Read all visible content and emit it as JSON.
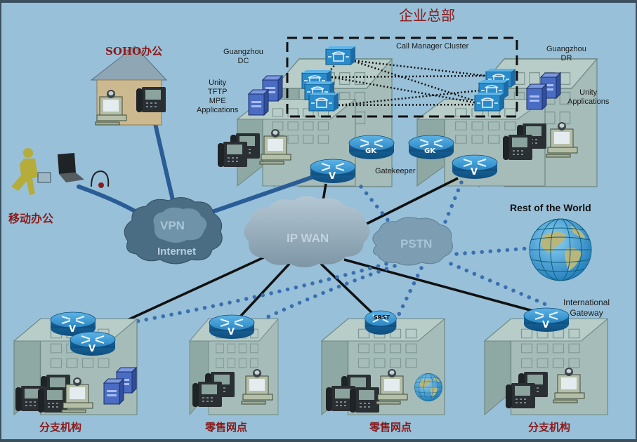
{
  "title": "企业总部",
  "sites": {
    "soho": {
      "label": "SOHO办公"
    },
    "mobile": {
      "label": "移动办公"
    },
    "hq_dc": {
      "label": "Guangzhou\nDC",
      "services": "Unity\nTFTP\nMPE\nApplications"
    },
    "hq_dr": {
      "label": "Guangzhou\nDR",
      "services": "Unity\nApplications"
    },
    "cluster": {
      "label": "Call Manager Cluster"
    },
    "gatekeeper": {
      "label": "Gatekeeper",
      "router_badge": "GK"
    },
    "rest_of_world": {
      "label": "Rest of the World"
    },
    "intl_gateway": {
      "label": "International\nGateway"
    },
    "branches": [
      {
        "label": "分支机构"
      },
      {
        "label": "零售网点"
      },
      {
        "label": "零售网点",
        "router_badge": "SRST"
      },
      {
        "label": "分支机构"
      }
    ]
  },
  "clouds": {
    "vpn": {
      "top": "VPN",
      "bottom": "Internet"
    },
    "wan": {
      "label": "IP WAN"
    },
    "pstn": {
      "label": "PSTN"
    }
  },
  "router_badge_voice": "V",
  "colors": {
    "background": "#98c0d8",
    "title_red": "#8b1a1a",
    "router_blue": "#1f79b5",
    "wan_link": "#111111",
    "vpn_link": "#2a5d96",
    "pstn_dots": "#3a6fb0"
  }
}
